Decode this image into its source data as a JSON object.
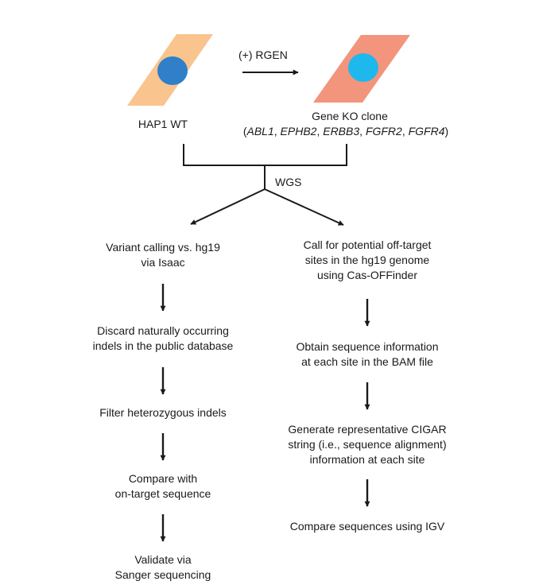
{
  "cells": {
    "wt": {
      "fill": "#f9c48d",
      "nucleus": "#2f80c9"
    },
    "ko": {
      "fill": "#f2957c",
      "nucleus": "#1fb8ec"
    }
  },
  "treatment_label": "(+) RGEN",
  "wt_label": "HAP1 WT",
  "ko_label": "Gene KO clone",
  "ko_genes": {
    "open": "(",
    "g1": "ABL1",
    "g2": "EPHB2",
    "g3": "ERBB3",
    "g4": "FGFR2",
    "g5": "FGFR4",
    "sep": ", ",
    "close": ")"
  },
  "wgs_label": "WGS",
  "left_steps": {
    "s1": [
      "Variant calling vs. hg19",
      "via Isaac"
    ],
    "s2": [
      "Discard naturally occurring",
      "indels in the public database"
    ],
    "s3": [
      "Filter heterozygous indels"
    ],
    "s4": [
      "Compare with",
      "on-target sequence"
    ],
    "s5": [
      "Validate via",
      "Sanger sequencing"
    ]
  },
  "right_steps": {
    "s1": [
      "Call for potential off-target",
      "sites in the hg19 genome",
      "using Cas-OFFinder"
    ],
    "s2": [
      "Obtain sequence information",
      "at each site in the BAM file"
    ],
    "s3": [
      "Generate representative CIGAR",
      "string (i.e., sequence alignment)",
      "information at each site"
    ],
    "s4": [
      "Compare sequences using IGV"
    ]
  }
}
